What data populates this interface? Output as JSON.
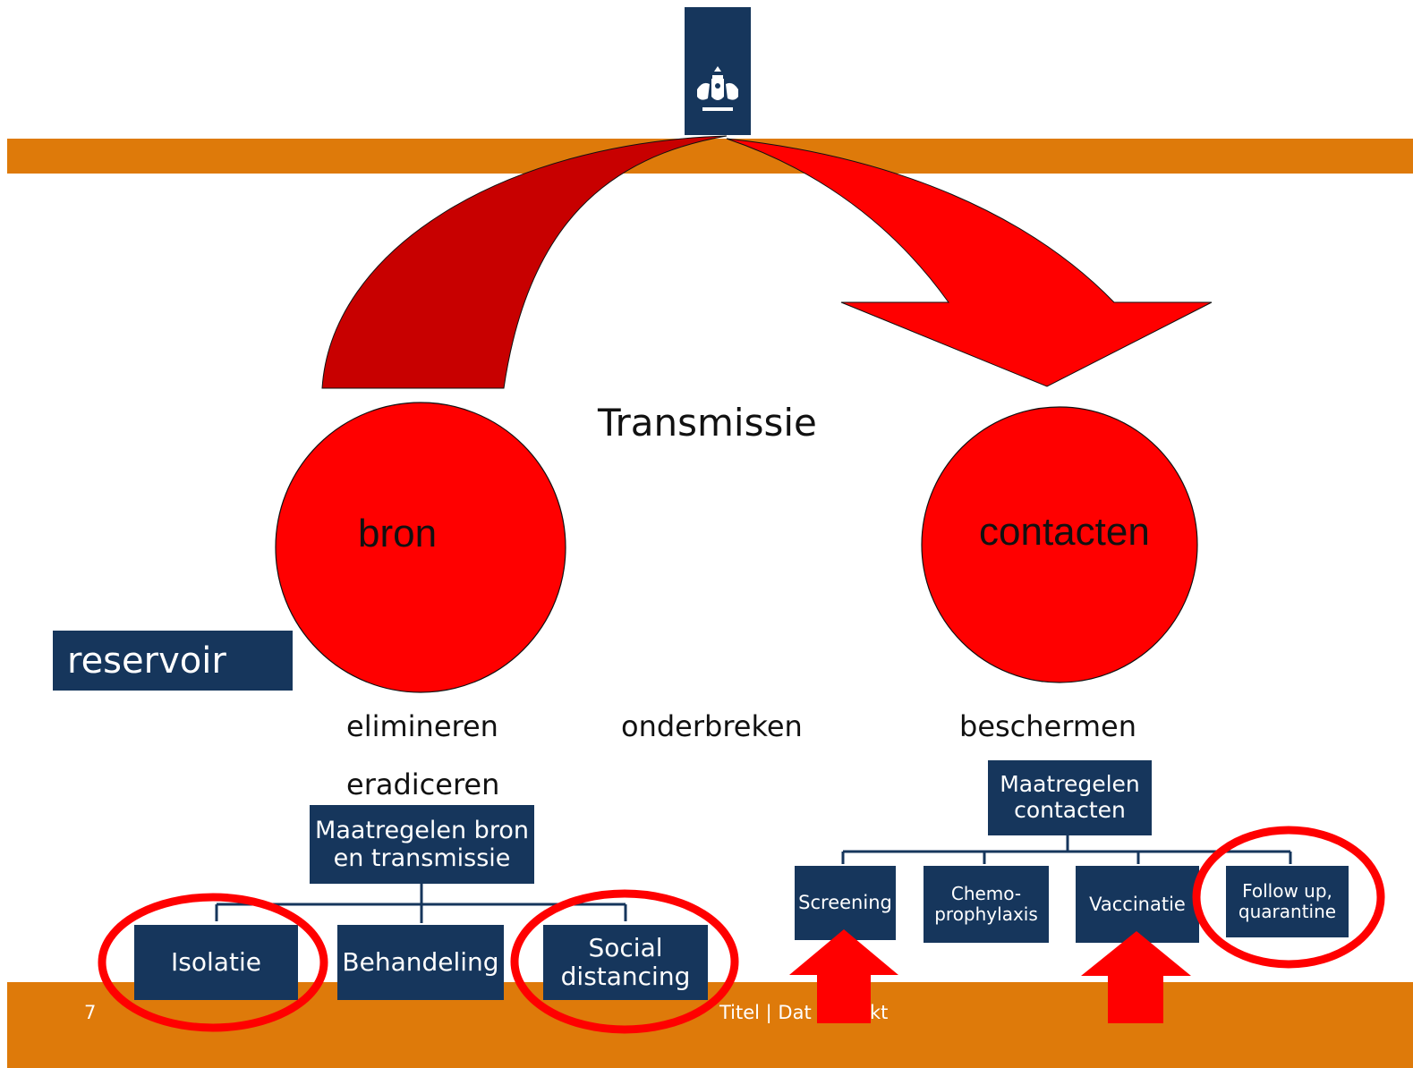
{
  "colors": {
    "orange": "#de7a0a",
    "navy": "#16365c",
    "red": "#ff0000",
    "dark_red": "#c80000",
    "text": "#111111"
  },
  "icons": {
    "logo": "dutch-coat-of-arms-icon"
  },
  "diagram": {
    "title": "Transmissie",
    "source_circle": "bron",
    "contacts_circle": "contacten",
    "reservoir": "reservoir",
    "verbs": {
      "left": "elimineren",
      "middle": "onderbreken",
      "right": "beschermen",
      "left2": "eradiceren"
    },
    "left_tree": {
      "root": "Maatregelen bron en transmissie",
      "children": [
        "Isolatie",
        "Behandeling",
        "Social distancing"
      ]
    },
    "right_tree": {
      "root": "Maatregelen contacten",
      "children": [
        "Screening",
        "Chemo-prophylaxis",
        "Vaccinatie",
        "Follow up, quarantine"
      ]
    }
  },
  "footer": {
    "page_number": "7",
    "text_fragment_1": "Titel | Dat",
    "text_fragment_2": "kt"
  }
}
